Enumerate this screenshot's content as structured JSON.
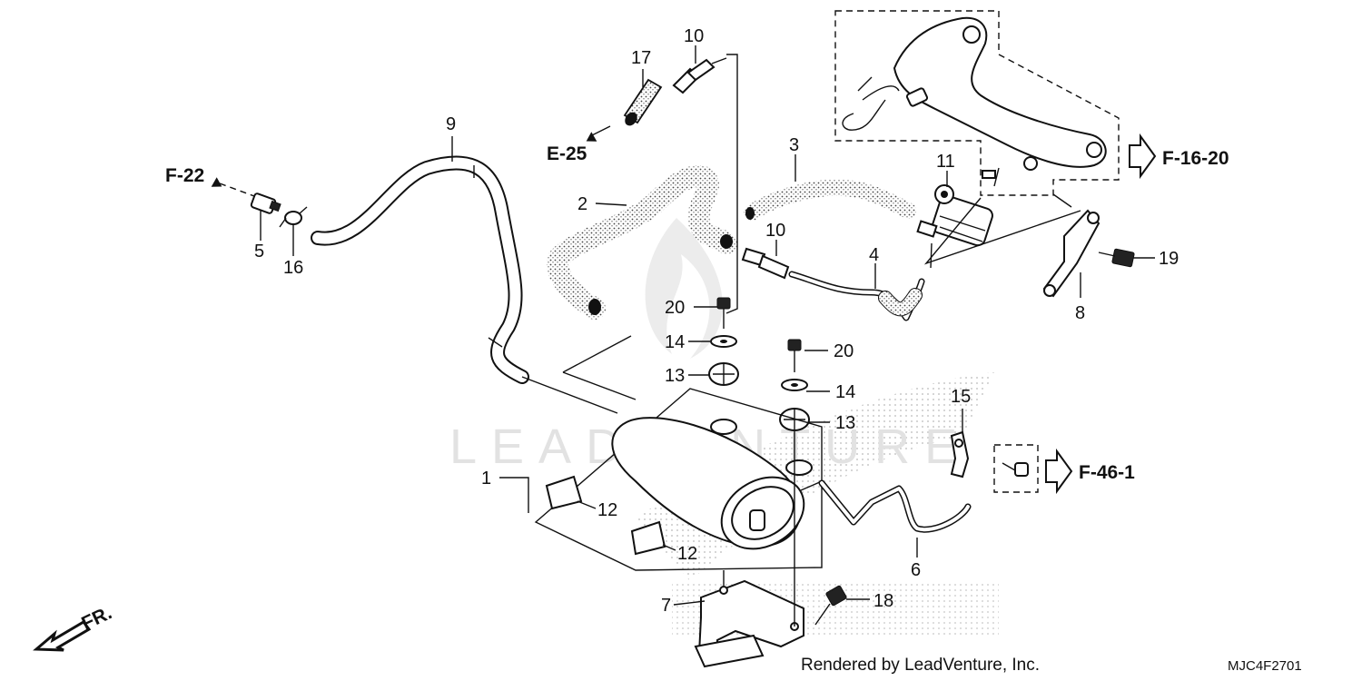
{
  "diagram": {
    "parts": {
      "p1": "1",
      "p2": "2",
      "p3": "3",
      "p4": "4",
      "p5": "5",
      "p6": "6",
      "p7": "7",
      "p8": "8",
      "p9": "9",
      "p10a": "10",
      "p10b": "10",
      "p11": "11",
      "p12a": "12",
      "p12b": "12",
      "p13a": "13",
      "p13b": "13",
      "p14a": "14",
      "p14b": "14",
      "p15": "15",
      "p16": "16",
      "p17": "17",
      "p18": "18",
      "p19": "19",
      "p20a": "20",
      "p20b": "20"
    },
    "references": {
      "f22": "F-22",
      "e25": "E-25",
      "f1620": "F-16-20",
      "f461": "F-46-1"
    },
    "direction_label": "FR.",
    "watermark": "LEADVENTURE",
    "footer": {
      "rendered_by": "Rendered by LeadVenture, Inc.",
      "code": "MJC4F2701"
    }
  }
}
